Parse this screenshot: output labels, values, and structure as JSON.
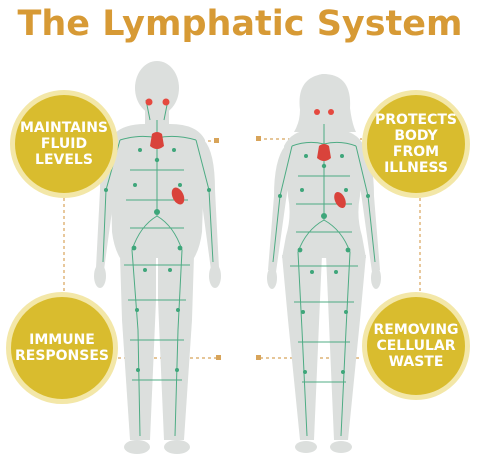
{
  "title": "The Lymphatic System",
  "functions": {
    "top_left": "MAINTAINS\nFLUID\nLEVELS",
    "top_right": "PROTECTS\nBODY\nFROM\nILLNESS",
    "bottom_left": "IMMUNE\nRESPONSES",
    "bottom_right": "REMOVING\nCELLULAR\nWASTE"
  },
  "colors": {
    "title": "#d79a35",
    "circle": "#d9bc2e",
    "circle_ring": "#f3e7a8",
    "body": "#dcdfdd",
    "lymph_vessels": "#3ea67a",
    "nodes": "#e5493f",
    "organs": "#d9433b",
    "connector": "#d8a45a"
  }
}
